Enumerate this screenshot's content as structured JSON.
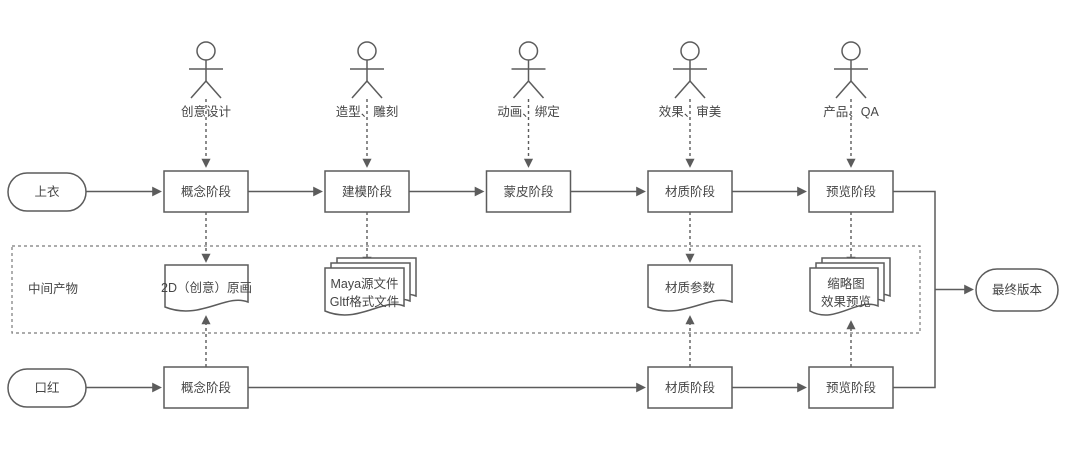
{
  "diagram": {
    "actors": [
      {
        "label": "创意设计"
      },
      {
        "label": "造型、雕刻"
      },
      {
        "label": "动画、绑定"
      },
      {
        "label": "效果、审美"
      },
      {
        "label": "产品、QA"
      }
    ],
    "top_lane": {
      "source": "上衣",
      "stages": [
        "概念阶段",
        "建模阶段",
        "蒙皮阶段",
        "材质阶段",
        "预览阶段"
      ]
    },
    "middle": {
      "label": "中间产物",
      "artifacts": [
        {
          "lines": [
            "2D（创意）原画"
          ]
        },
        {
          "lines": [
            "Maya源文件",
            "Gltf格式文件"
          ]
        },
        {
          "lines": [
            "材质参数"
          ]
        },
        {
          "lines": [
            "缩略图",
            "效果预览"
          ]
        }
      ]
    },
    "bottom_lane": {
      "source": "口红",
      "stages": [
        "概念阶段",
        "材质阶段",
        "预览阶段"
      ]
    },
    "final": {
      "label": "最终版本"
    },
    "colors": {
      "line": "#5c5c5c",
      "text": "#464646",
      "background": "#ffffff"
    }
  }
}
